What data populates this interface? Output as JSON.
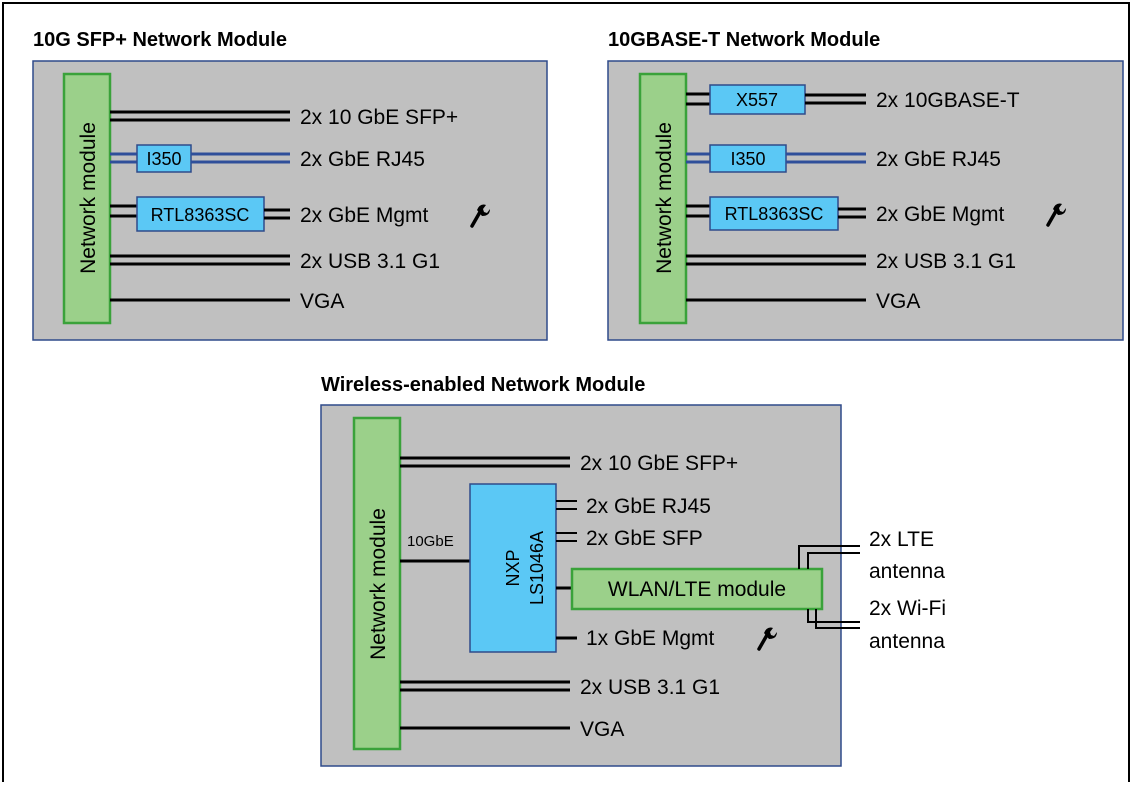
{
  "panels": {
    "sfp": {
      "title": "10G SFP+ Network Module",
      "network_module": "Network module",
      "chip_i350": "I350",
      "chip_rtl": "RTL8363SC",
      "ports": [
        "2x 10 GbE SFP+",
        "2x GbE RJ45",
        "2x GbE Mgmt",
        "2x USB 3.1 G1",
        "VGA"
      ]
    },
    "base_t": {
      "title": "10GBASE-T Network Module",
      "network_module": "Network module",
      "chip_x557": "X557",
      "chip_i350": "I350",
      "chip_rtl": "RTL8363SC",
      "ports": [
        "2x 10GBASE-T",
        "2x GbE RJ45",
        "2x GbE Mgmt",
        "2x USB 3.1 G1",
        "VGA"
      ]
    },
    "wireless": {
      "title": "Wireless-enabled Network Module",
      "network_module": "Network module",
      "link_label": "10GbE",
      "soc_line1": "NXP",
      "soc_line2": "LS1046A",
      "wlan_module": "WLAN/LTE module",
      "ports": [
        "2x 10 GbE SFP+",
        "2x GbE RJ45",
        "2x GbE SFP",
        "1x GbE Mgmt",
        "2x USB 3.1 G1",
        "VGA"
      ],
      "antennas": [
        "2x LTE",
        "antenna",
        "2x Wi-Fi",
        "antenna"
      ]
    }
  },
  "icons": {
    "mgmt": "wrench-icon"
  },
  "colors": {
    "panel": "#c0c0c0",
    "network_module": "#9bd08a",
    "chip": "#5bc8f5",
    "blue_link": "#2f4f9a"
  }
}
